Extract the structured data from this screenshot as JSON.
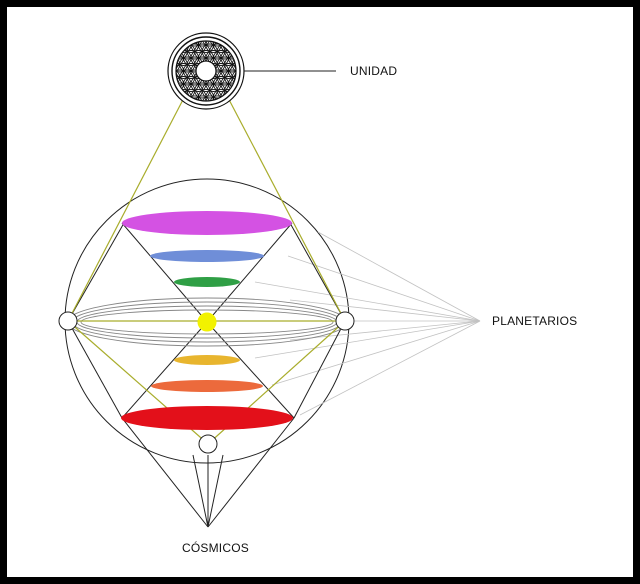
{
  "labels": {
    "unidad": "UNIDAD",
    "planetarios": "PLANETARIOS",
    "cosmicos": "CÓSMICOS"
  },
  "colors": {
    "frame": "#000000",
    "background": "#ffffff",
    "outline": "#222222",
    "triangle": "#a9ad2c",
    "pointer_lines": "#bdbdbd",
    "magenta": "#d452e3",
    "blue": "#6f8ed8",
    "green": "#2f9f45",
    "center_sun": "#f2f200",
    "yellow": "#e8b52e",
    "orange": "#ec6a3c",
    "red": "#e3101a"
  },
  "bands_upper": [
    "magenta",
    "blue",
    "green"
  ],
  "bands_lower": [
    "yellow",
    "orange",
    "red"
  ]
}
